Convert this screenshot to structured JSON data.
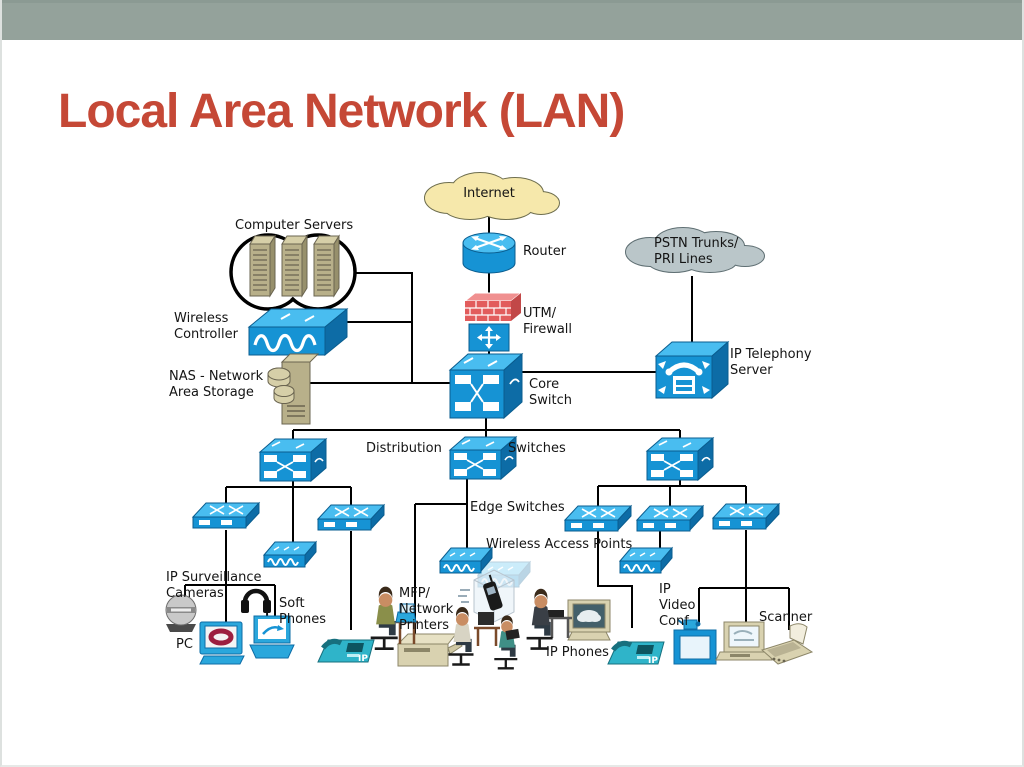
{
  "slide": {
    "title": "Local Area Network (LAN)"
  },
  "colors": {
    "title_red": "#c54836",
    "band_green": "#94a29b",
    "cisco_blue": "#1693d4",
    "cisco_light_blue": "#49bdf0",
    "cisco_dark_blue": "#0d6ca6",
    "internet_cloud_yellow": "#f6e8ab",
    "pstn_cloud_gray": "#bac6c9",
    "firewall_red": "#e25c5c",
    "device_beige": "#d9d2b0",
    "phone_teal": "#2fb4c9",
    "line_black": "#000000"
  },
  "diagram": {
    "labels": {
      "internet": "Internet",
      "router": "Router",
      "utm_firewall": "UTM/\nFirewall",
      "core_switch": "Core\nSwitch",
      "computer_servers": "Computer Servers",
      "wireless_controller": "Wireless\nController",
      "nas": "NAS - Network\nArea Storage",
      "pstn": "PSTN Trunks/\nPRI Lines",
      "ip_telephony_server": "IP Telephony\nServer",
      "distribution": "Distribution",
      "switches": "Switches",
      "edge_switches": "Edge Switches",
      "wireless_access_points": "Wireless Access Points",
      "ip_surveillance_cameras": "IP Surveillance\nCameras",
      "pc": "PC",
      "soft_phones": "Soft\nPhones",
      "mfp_network_printers": "MFP/\nNetwork\nPrinters",
      "ip_phones": "IP Phones",
      "ip_video_conf": "IP\nVideo\nConf",
      "scanner": "Scanner",
      "ip_phone_badge": "IP"
    }
  }
}
